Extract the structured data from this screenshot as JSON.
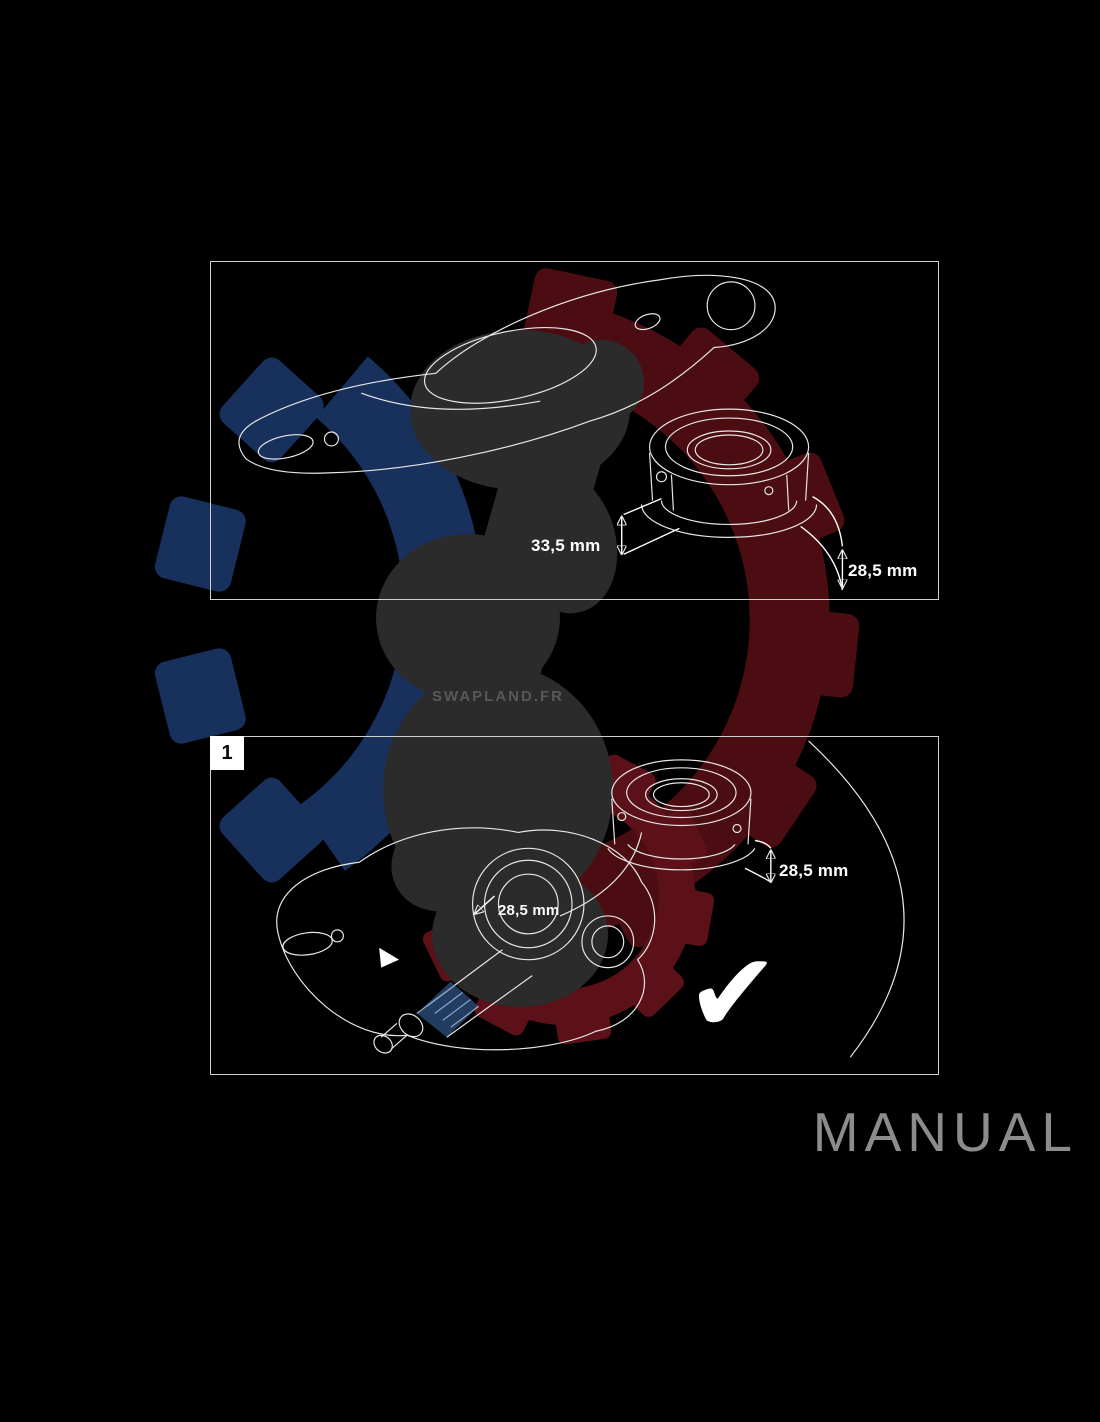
{
  "page": {
    "watermark_text": "SWAPLAND.FR",
    "manual_label": "MANUAL",
    "background": "#000000"
  },
  "panel_top": {
    "dim_left_label": "33,5 mm",
    "dim_right_label": "28,5 mm"
  },
  "panel_bottom": {
    "step_number": "1",
    "dim_nut_label": "28,5 mm",
    "dim_axle_label": "28,5 mm",
    "checkmark_glyph": "✔"
  },
  "colors": {
    "gear_blue": "#17305c",
    "gear_red": "#4b0d12",
    "gear_red_small": "#5c1118",
    "axle_blue_fill": "#3f6fae",
    "axle_blue_bright": "#8fc0f0",
    "panel_border": "#cfcfcf",
    "dim_text": "#ffffff",
    "manual_text": "#8c8c8c",
    "mascot_gray": "#2b2b2b"
  }
}
